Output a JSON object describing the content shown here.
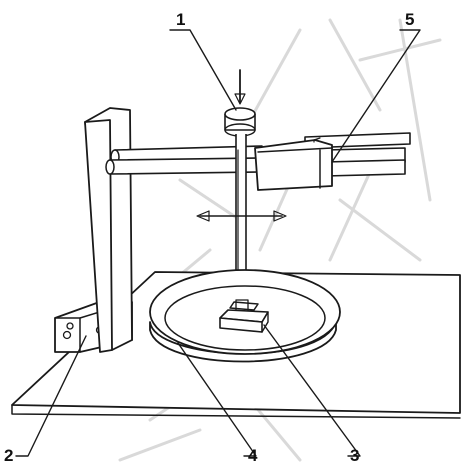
{
  "diagram": {
    "callouts": [
      {
        "id": "1",
        "label": "1"
      },
      {
        "id": "2",
        "label": "2"
      },
      {
        "id": "3",
        "label": "3"
      },
      {
        "id": "4",
        "label": "4"
      },
      {
        "id": "5",
        "label": "5"
      }
    ],
    "colors": {
      "ink": "#1a1a1a",
      "background": "#ffffff",
      "watermark": "#d9d9d9"
    }
  }
}
